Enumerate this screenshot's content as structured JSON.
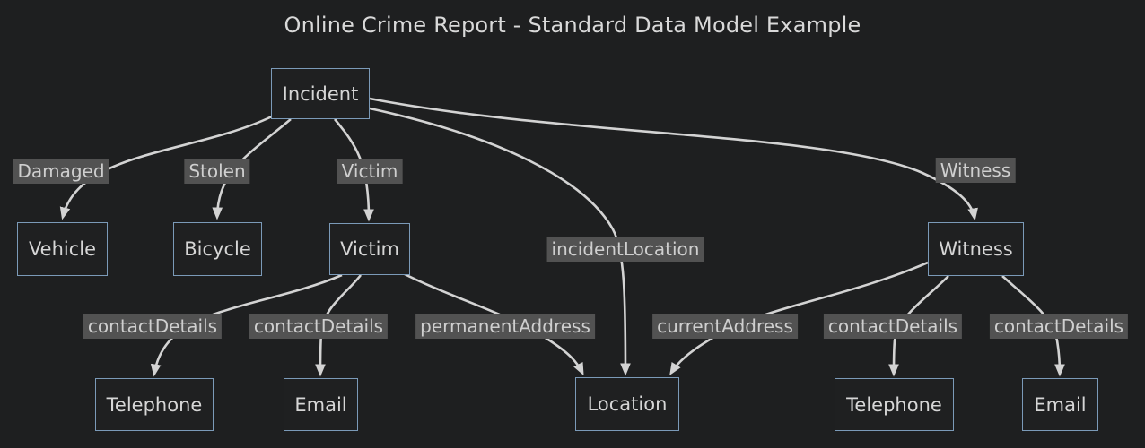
{
  "title": "Online Crime Report - Standard Data Model Example",
  "colors": {
    "background": "#1e1f20",
    "node_fill": "#1f2021",
    "node_border": "#7b9ab8",
    "node_text": "#d6d6d6",
    "edge_label_background": "#525252",
    "edge_label_text": "#cfcfcf",
    "line": "#d3d3d3"
  },
  "nodes": {
    "incident": {
      "label": "Incident"
    },
    "vehicle": {
      "label": "Vehicle"
    },
    "bicycle": {
      "label": "Bicycle"
    },
    "victim": {
      "label": "Victim"
    },
    "witness": {
      "label": "Witness"
    },
    "telephone1": {
      "label": "Telephone"
    },
    "email1": {
      "label": "Email"
    },
    "location": {
      "label": "Location"
    },
    "telephone2": {
      "label": "Telephone"
    },
    "email2": {
      "label": "Email"
    }
  },
  "edges": [
    {
      "from": "Incident",
      "to": "Vehicle",
      "label": "Damaged"
    },
    {
      "from": "Incident",
      "to": "Bicycle",
      "label": "Stolen"
    },
    {
      "from": "Incident",
      "to": "Victim",
      "label": "Victim"
    },
    {
      "from": "Incident",
      "to": "Witness",
      "label": "Witness"
    },
    {
      "from": "Incident",
      "to": "Location",
      "label": "incidentLocation"
    },
    {
      "from": "Victim",
      "to": "Telephone",
      "label": "contactDetails"
    },
    {
      "from": "Victim",
      "to": "Email",
      "label": "contactDetails"
    },
    {
      "from": "Victim",
      "to": "Location",
      "label": "permanentAddress"
    },
    {
      "from": "Witness",
      "to": "Location",
      "label": "currentAddress"
    },
    {
      "from": "Witness",
      "to": "Telephone",
      "label": "contactDetails"
    },
    {
      "from": "Witness",
      "to": "Email",
      "label": "contactDetails"
    }
  ]
}
